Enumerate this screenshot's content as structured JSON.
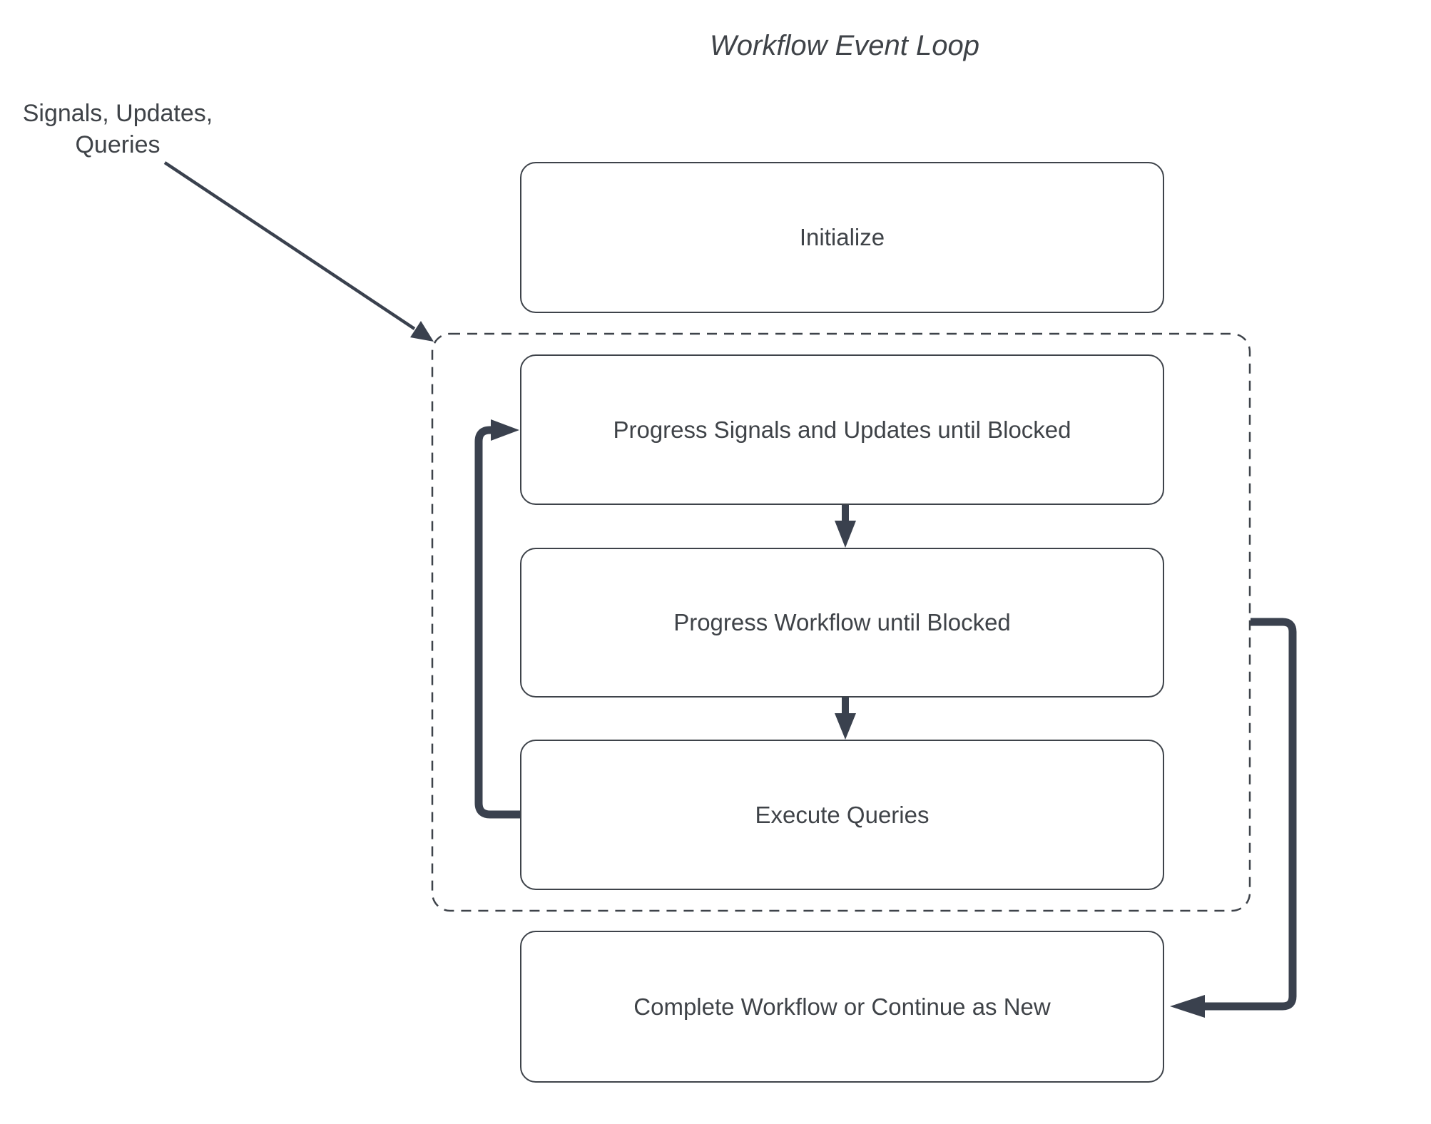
{
  "diagram": {
    "title": "Workflow Event Loop",
    "annotation": {
      "label": "Signals, Updates,\nQueries"
    },
    "nodes": {
      "initialize": {
        "label": "Initialize"
      },
      "progress_signals": {
        "label": "Progress Signals and Updates until Blocked"
      },
      "progress_workflow": {
        "label": "Progress Workflow until Blocked"
      },
      "execute_queries": {
        "label": "Execute Queries"
      },
      "complete": {
        "label": "Complete Workflow or Continue as New"
      }
    },
    "colors": {
      "arrow": "#3A414E",
      "box_border": "#3E434A",
      "text": "#3F4348",
      "background": "#FFFFFF"
    }
  }
}
